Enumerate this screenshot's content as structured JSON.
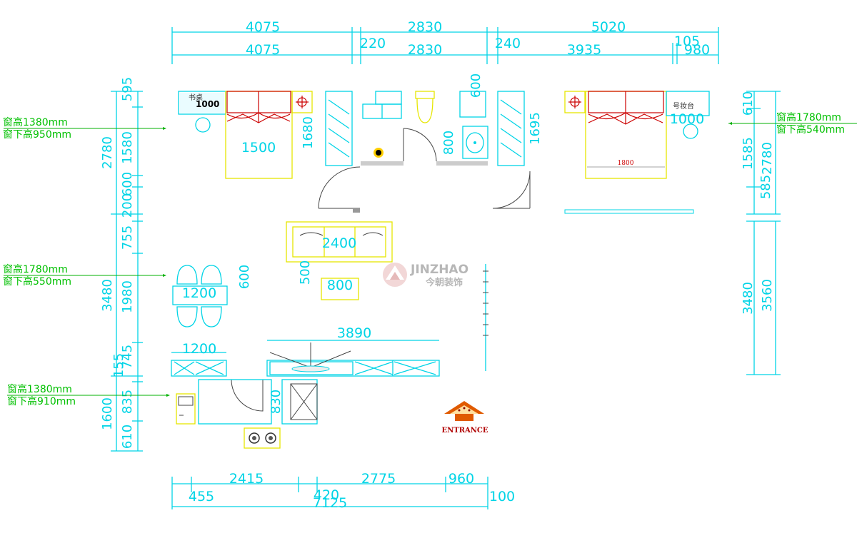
{
  "top_dims_row1": [
    "4075",
    "2830",
    "5020"
  ],
  "top_dims_row2": [
    "4075",
    "220",
    "2830",
    "240",
    "3935",
    "105",
    "980"
  ],
  "bottom_dims_row1": [
    "2415",
    "2775",
    "960"
  ],
  "bottom_dims_row2": [
    "455",
    "420",
    "7125",
    "100"
  ],
  "left_dims_outer": [
    "2780",
    "3480",
    "1600"
  ],
  "left_dims_inner": [
    "595",
    "1580",
    "600",
    "200",
    "755",
    "1980",
    "745",
    "155",
    "835",
    "610"
  ],
  "right_dims_inner": [
    "610",
    "1585",
    "585",
    "3480"
  ],
  "right_dims_outer": [
    "2780",
    "3560"
  ],
  "window_notes": {
    "left_top": [
      "窗高1380mm",
      "窗下高950mm"
    ],
    "left_mid": [
      "窗高1780mm",
      "窗下高550mm"
    ],
    "left_bottom": [
      "窗高1380mm",
      "窗下高910mm"
    ],
    "right_top": [
      "窗高1780mm",
      "窗下高540mm"
    ]
  },
  "room_labels": {
    "desk_label": "书桌",
    "desk_width": "1000",
    "bed_left": "1500",
    "wardrobe_left": "1680",
    "toilet_600": "600",
    "basin_800": "800",
    "wardrobe_right": "1695",
    "bed_right": "1800",
    "dresser_label": "号妆台",
    "dresser_width": "1000",
    "sofa": "2400",
    "coffee_table_depth": "500",
    "coffee_table_width": "800",
    "dining_width": "1200",
    "dining_depth": "600",
    "tv_cabinet": "3890",
    "kitchen_counter": "1200",
    "shower_width": "830"
  },
  "logo": {
    "brand": "JINZHAO",
    "chinese": "今朝装饰"
  },
  "entrance_label": "ENTRANCE",
  "colors": {
    "dimension": "#00d4e6",
    "furniture": "#00d4e6",
    "bed": "#cc0000",
    "outline": "#e6e600",
    "note": "#00c000"
  }
}
